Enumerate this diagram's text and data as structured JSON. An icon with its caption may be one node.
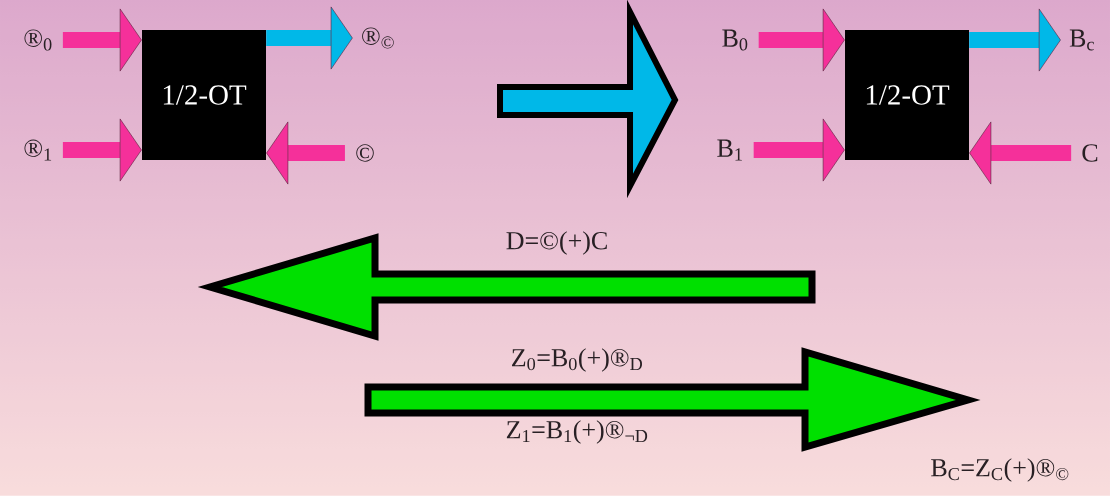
{
  "diagram": {
    "nodes": [
      {
        "text": [
          "®$_{0}$"
        ]
      },
      {
        "text": [
          "1/2-OT"
        ]
      },
      {
        "text": [
          "®$_{©}$"
        ]
      },
      {
        "text": [
          "®$_{1}$"
        ]
      },
      {
        "text": [
          "©"
        ]
      },
      {
        "text": [
          "B$_{0}$"
        ]
      },
      {
        "text": [
          "1/2-OT"
        ]
      },
      {
        "text": [
          "B$_{c}$"
        ]
      },
      {
        "text": [
          "B$_{1}$"
        ]
      },
      {
        "text": [
          "C"
        ]
      }
    ],
    "edges": [
      {
        "from": 0,
        "to": 1,
        "arrow": "to"
      },
      {
        "from": 1,
        "to": 2,
        "arrow": "to",
        "color": "#00b8e8"
      },
      {
        "from": 3,
        "to": 1,
        "arrow": "to"
      },
      {
        "from": 4,
        "to": 1,
        "arrow": "to"
      },
      {
        "from": 5,
        "to": 6,
        "arrow": "to"
      },
      {
        "from": 6,
        "to": 7,
        "arrow": "to",
        "color": "#00b8e8"
      },
      {
        "from": 8,
        "to": 6,
        "arrow": "to"
      },
      {
        "from": 9,
        "to": 6,
        "arrow": "to"
      }
    ],
    "labels": [
      "D=©(+)C",
      "Z$_{0}$=B$_{0}$(+)®$_{D}$",
      "Z$_{1}$=B$_{1}$(+)®$_{¬D}$",
      "B$_{C}$=Z$_{C}$(+)®$_{©}$"
    ]
  }
}
